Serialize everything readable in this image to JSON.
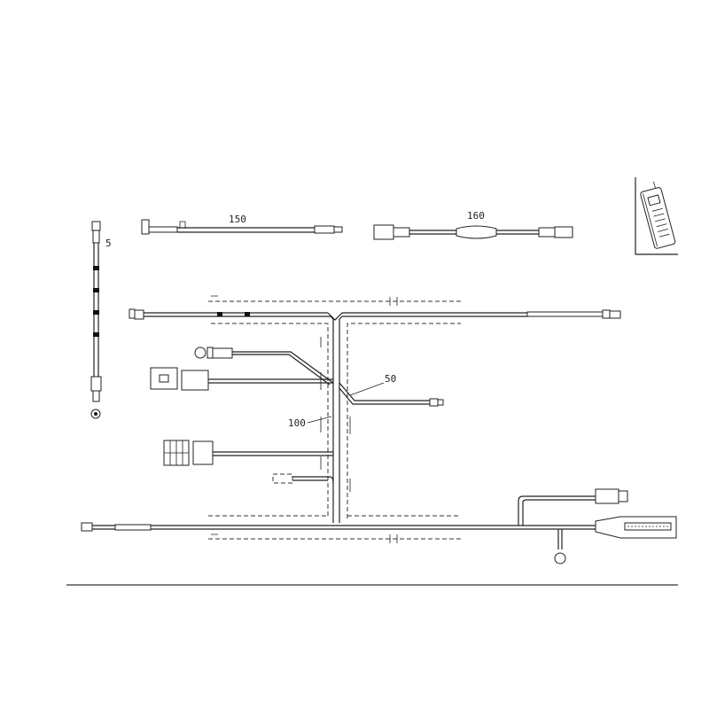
{
  "diagram": {
    "type": "wiring-harness-exploded-view",
    "callouts": {
      "item_5": "5",
      "item_150": "150",
      "item_160": "160",
      "item_50": "50",
      "item_100": "100"
    }
  }
}
